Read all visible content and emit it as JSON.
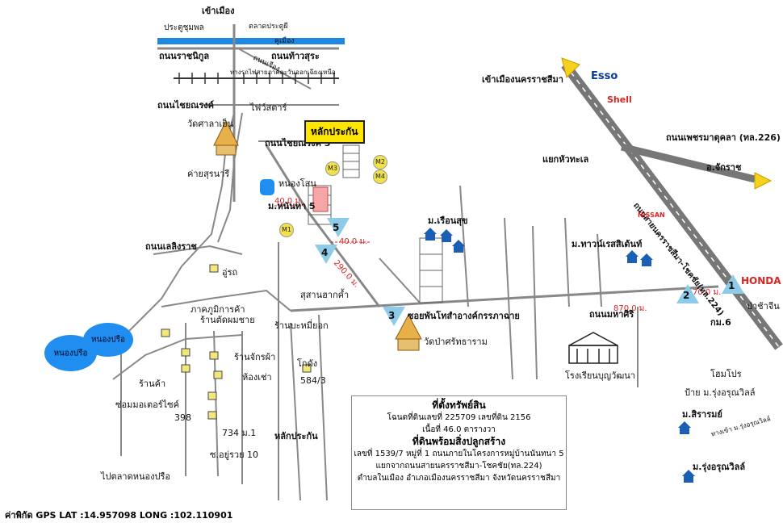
{
  "roads": {
    "to_city": "เข้าเมือง",
    "chumphon_gate": "ประตูชุมพล",
    "pratu_phi_market": "ตลาดประตูผี",
    "kudmueang": "คูเมือง",
    "ratchanikul": "ถนนราชนิกูล",
    "tao_suranaree": "ถนนท้าวสุระ",
    "rueang": "ถนนเรือง",
    "railway": "ทางรถไฟสายภาคตะวันออกเฉียงเหนือ",
    "chainarong_top": "ถนนไชยณรงค์",
    "chainarong_mid": "ถนนไชยณรงค์ 3",
    "to_nakhon": "เข้าเมืองนครราชสีมา",
    "phetmatukla": "ถนนเพชรมาตุคลา (ทล.226)",
    "hua_thale": "แยกหัวทะเล",
    "chakkarat": "อ.จักราช",
    "korat_chokchai": "ถนนสายนครราชสีมา-โชคชัย(ทล.224)",
    "mahasiri": "ถนนมหาศิริ",
    "kamphaeng": "ถนนเลลิงราช",
    "soi_tai": "ซอยพันโทสำอางค์กรรภาฉาย",
    "to_market": "ไปตลาดหนองปรือ",
    "soi_10": "ซ.อยู่รวย 10",
    "no_734": "734 ม.1"
  },
  "places": {
    "fire_station": "ไฟว์สตาร์",
    "wat_sala_yen": "วัดศาลาเย็น",
    "camp_suranaree": "ค่ายสุรนารี",
    "nong_son": "หนองโสน",
    "village5": "ม.หนันทา 5",
    "ruean_suk": "ม.เรือนสุข",
    "townhouse": "ม.ทาวน์เรสสิเด้นท์",
    "wat_pa": "วัดป่าศรัทธาราม",
    "school": "โรงเรียนบุญวัฒนา",
    "cemetery": "สุสานฮากค้ำ",
    "uru": "อู่รถ",
    "kitchen": "ภาคภูมิการค้า",
    "barber": "ร้านตัดผมชาย",
    "noodle": "ร้านบะหมี่ยอก",
    "tailor": "ร้านจักรผ้า",
    "store": "ร้านค้า",
    "rent": "ห้องเช่า",
    "motor": "ซ่อมมอเตอร์ไซค์",
    "no_398": "398",
    "warehouse": "โกดัง",
    "no_584": "584/3",
    "boundary_post": "หลักประกัน",
    "pa_chan": "ป่าช้าจีน",
    "km6": "กม.6",
    "homepro": "โฮมโปร",
    "rungaroon_sign": "ป้าย ม.รุ่งอรุณวิลล์",
    "sirarom": "ม.สิรารมย์",
    "rungaroon": "ม.รุ่งอรุณวิลล์",
    "rungaroon_entry": "ทางเข้า ม.รุ่งอรุณวิลล์",
    "pond_left": "หนองปรือ",
    "pond_right": "หนองปรือ"
  },
  "markers": {
    "collateral_label": "หลักประกัน",
    "m1": "M1",
    "m2": "M2",
    "m3": "M3",
    "m4": "M4",
    "p1": "1",
    "p2": "2",
    "p3": "3",
    "p4": "4",
    "p5": "5"
  },
  "distances": {
    "d40a": "40.0 ม.",
    "d40b": "40.0 ม.",
    "d290": "290.0 ม.",
    "d870": "870.0 ม.",
    "d70": "70.0 ม."
  },
  "brands": {
    "esso": "Esso",
    "shell": "Shell",
    "honda": "HONDA",
    "nissan": "NISSAN"
  },
  "info": {
    "title1": "ที่ตั้งทรัพย์สิน",
    "line1": "โฉนดที่ดินเลขที่ 225709 เลขที่ดิน 2156",
    "line2": "เนื้อที่ 46.0 ตารางวา",
    "title2": "ที่ดินพร้อมสิ่งปลูกสร้าง",
    "line3": "เลขที่ 1539/7 หมู่ที่ 1 ถนนภายในโครงการหมู่บ้านนันทนา 5",
    "line4": "แยกจากถนนสายนครราชสีมา-โชคชัย(ทล.224)",
    "line5": "ตำบลในเมือง อำเภอเมืองนครราชสีมา จังหวัดนครราชสีมา"
  },
  "gps": "ค่าพิกัด GPS  LAT :14.957098  LONG :102.110901",
  "colors": {
    "road": "#888888",
    "canal": "#1e88e5",
    "highway": "#777777",
    "pond": "#1f8ef0",
    "accent": "#ffe600",
    "distance": "#dd2222"
  }
}
